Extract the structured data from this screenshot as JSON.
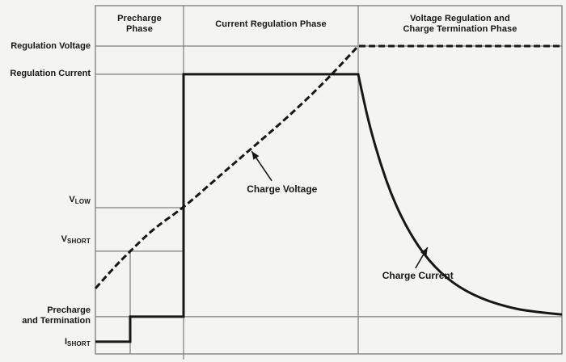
{
  "colors": {
    "background": "#f4f4f2",
    "thin_line": "#7d7d7d",
    "curve": "#171717",
    "text": "#161616"
  },
  "chart_data": {
    "type": "line",
    "title": "",
    "xlabel": "",
    "ylabel": "",
    "x_range": [
      0,
      1
    ],
    "y_range": [
      0,
      1
    ],
    "grid": "reference-lines-only",
    "phases": [
      {
        "id": "precharge",
        "label": "Precharge\nPhase",
        "x0": 0,
        "x1": 0.1889
      },
      {
        "id": "current-regulation",
        "label": "Current Regulation Phase",
        "x0": 0.1889,
        "x1": 0.5633
      },
      {
        "id": "voltage-regulation",
        "label": "Voltage Regulation and\nCharge Termination Phase",
        "x0": 0.5633,
        "x1": 1
      }
    ],
    "levels": {
      "regulation_voltage": 0.884,
      "regulation_current": 0.803,
      "v_low": 0.42,
      "v_short": 0.295,
      "precharge_and_termination": 0.107,
      "i_short": 0.035
    },
    "ref_lines": [
      {
        "name": "regulation-voltage-line",
        "axis": "y",
        "value": 0.884,
        "from": 0,
        "to": 1
      },
      {
        "name": "regulation-current-line",
        "axis": "y",
        "value": 0.803,
        "from": 0,
        "to": 0.1889
      },
      {
        "name": "v-low-line",
        "axis": "y",
        "value": 0.42,
        "from": 0,
        "to": 0.1889
      },
      {
        "name": "v-short-line",
        "axis": "y",
        "value": 0.295,
        "from": 0,
        "to": 0.1889
      },
      {
        "name": "precharge-termination-line",
        "axis": "y",
        "value": 0.107,
        "from": 0,
        "to": 1
      },
      {
        "name": "v-short-crossing-line",
        "axis": "x",
        "value": 0.0745,
        "from": 0,
        "to": 0.295
      },
      {
        "name": "phase-boundary-1",
        "axis": "x",
        "value": 0.1889,
        "from": -0.016,
        "to": 1
      },
      {
        "name": "phase-boundary-2",
        "axis": "x",
        "value": 0.5633,
        "from": 0,
        "to": 1
      }
    ],
    "series": [
      {
        "id": "charge-voltage-curve",
        "name": "Charge Voltage",
        "style": "dashed",
        "segments": [
          {
            "type": "smooth",
            "points": [
              [
                0,
                0.188
              ],
              [
                0.0381,
                0.246
              ],
              [
                0.0745,
                0.295
              ],
              [
                0.1248,
                0.36
              ],
              [
                0.1889,
                0.42
              ],
              [
                0.2634,
                0.508
              ],
              [
                0.3362,
                0.592
              ],
              [
                0.4107,
                0.678
              ],
              [
                0.4887,
                0.777
              ],
              [
                0.5633,
                0.884
              ]
            ]
          },
          {
            "type": "line",
            "points": [
              [
                1,
                0.884
              ]
            ]
          }
        ]
      },
      {
        "id": "charge-current-curve",
        "name": "Charge Current",
        "style": "solid",
        "segments": [
          {
            "type": "line",
            "points": [
              [
                0,
                0.035
              ],
              [
                0.0745,
                0.035
              ],
              [
                0.0745,
                0.107
              ],
              [
                0.1889,
                0.107
              ],
              [
                0.1889,
                0.803
              ],
              [
                0.5633,
                0.803
              ]
            ]
          },
          {
            "type": "smooth",
            "points": [
              [
                0.5633,
                0.803
              ],
              [
                0.5754,
                0.726
              ],
              [
                0.5893,
                0.647
              ],
              [
                0.6101,
                0.55
              ],
              [
                0.6361,
                0.45
              ],
              [
                0.6707,
                0.353
              ],
              [
                0.714,
                0.267
              ],
              [
                0.766,
                0.202
              ],
              [
                0.8267,
                0.158
              ],
              [
                0.896,
                0.13
              ],
              [
                0.948,
                0.12
              ],
              [
                1,
                0.113
              ]
            ]
          }
        ]
      }
    ],
    "y_labels": [
      {
        "id": "regulation-voltage",
        "text": "Regulation Voltage",
        "y": 0.882
      },
      {
        "id": "regulation-current",
        "text": "Regulation Current",
        "y": 0.805
      },
      {
        "id": "v-low",
        "main": "V",
        "sub": "LOW",
        "y": 0.439
      },
      {
        "id": "v-short",
        "main": "V",
        "sub": "SHORT",
        "y": 0.327
      },
      {
        "id": "precharge-and-termination",
        "text": "Precharge\nand Termination",
        "y": 0.109
      },
      {
        "id": "i-short",
        "main": "I",
        "sub": "SHORT",
        "y": 0.032
      }
    ],
    "annotations": [
      {
        "id": "charge-voltage",
        "text": "Charge Voltage",
        "x": 0.4,
        "y": 0.473,
        "arrow": {
          "from": [
            0.378,
            0.497
          ],
          "to": [
            0.335,
            0.582
          ]
        }
      },
      {
        "id": "charge-current",
        "text": "Charge Current",
        "x": 0.691,
        "y": 0.225,
        "arrow": {
          "from": [
            0.686,
            0.246
          ],
          "to": [
            0.712,
            0.306
          ]
        }
      }
    ]
  }
}
